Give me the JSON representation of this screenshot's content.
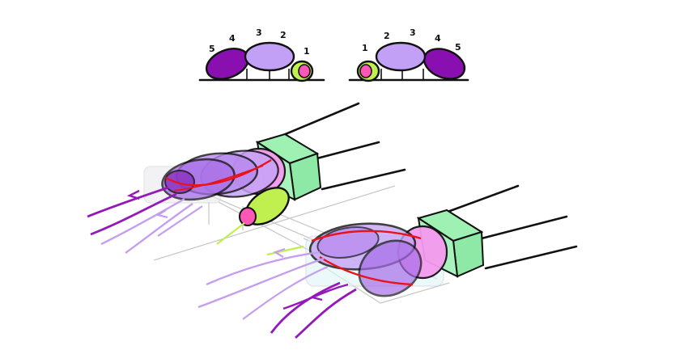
{
  "figure": {
    "left_diagram": {
      "labels": [
        "5",
        "4",
        "3",
        "2",
        "1"
      ]
    },
    "right_diagram": {
      "labels": [
        "1",
        "2",
        "3",
        "4",
        "5"
      ]
    }
  },
  "colors": {
    "thumb_green": "#bff04f",
    "thumb_tip_pink": "#ff57b8",
    "index_lavender": "#b88cf2",
    "middle_lavender": "#c5a3f7",
    "ring_purple": "#a61fc7",
    "pinky_purple": "#8a0fb0",
    "wrist_box": "#9ef0b3",
    "palm_pink": "#f59af0",
    "guide_line": "#cccccc",
    "red_curve": "#e8141c"
  }
}
